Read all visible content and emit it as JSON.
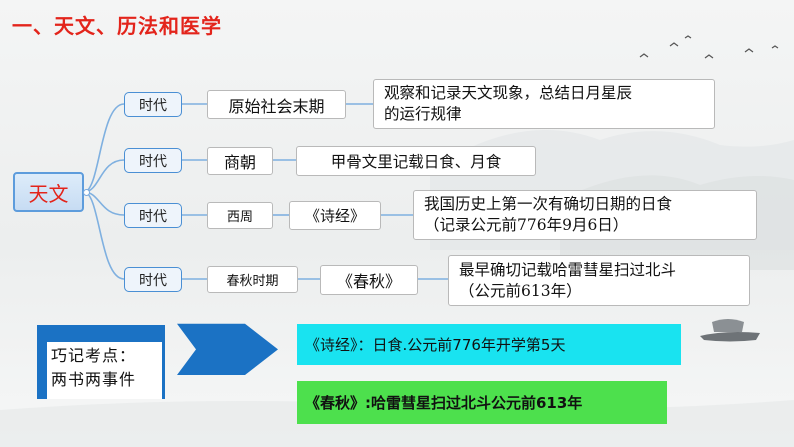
{
  "title": "一、天文、历法和医学",
  "root": "天文",
  "branches": [
    {
      "label": "时代",
      "era": "原始社会末期",
      "source": "",
      "desc": [
        "观察和记录天文现象，总结日月星辰",
        "的运行规律"
      ]
    },
    {
      "label": "时代",
      "era": "商朝",
      "source": "",
      "desc": [
        "甲骨文里记载日食、月食"
      ]
    },
    {
      "label": "时代",
      "era": "西周",
      "source": "《诗经》",
      "desc": [
        "我国历史上第一次有确切日期的日食",
        "（记录公元前776年9月6日）"
      ]
    },
    {
      "label": "时代",
      "era": "春秋时期",
      "source": "《春秋》",
      "desc": [
        "最早确切记载哈雷彗星扫过北斗",
        "（公元前613年）"
      ]
    }
  ],
  "memo": {
    "line1": "巧记考点：",
    "line2": "两书两事件"
  },
  "highlights": [
    {
      "text": "《诗经》：日食.公元前776年开学第5天",
      "color": "#19e3f0"
    },
    {
      "text": "《春秋》:哈雷彗星扫过北斗公元前613年",
      "color": "#4de04d"
    }
  ],
  "colors": {
    "title": "#e3241b",
    "branch_line": "#7fb0e0",
    "arrow": "#1b72c4"
  }
}
